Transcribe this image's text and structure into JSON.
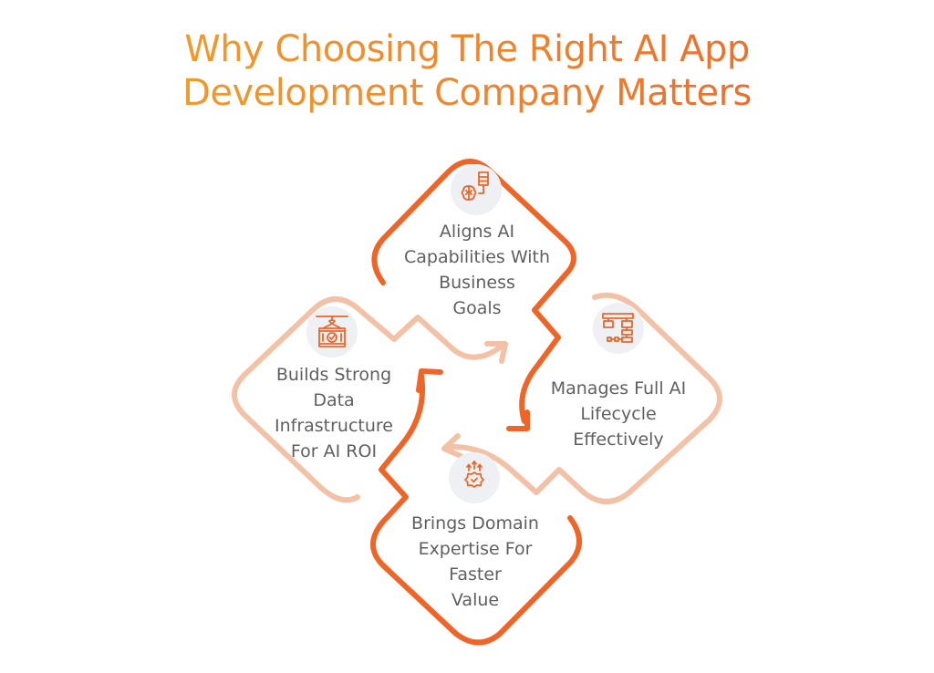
{
  "title": {
    "line1": "Why Choosing The Right AI App",
    "line2": "Development Company Matters"
  },
  "colors": {
    "title_gradient_start": "#F2A52A",
    "title_gradient_end": "#EB5F2B",
    "dark_accent": "#EE6527",
    "light_accent": "#F3C1A5",
    "icon_bg": "#EEF0F3",
    "text": "#5F5F5F"
  },
  "items": [
    {
      "position": "top",
      "icon": "brain-database-icon",
      "lines": [
        "Aligns AI",
        "Capabilities With",
        "Business",
        "Goals"
      ]
    },
    {
      "position": "right",
      "icon": "flowchart-hierarchy-icon",
      "lines": [
        "Manages Full AI",
        "Lifecycle",
        "Effectively"
      ]
    },
    {
      "position": "bottom",
      "icon": "gear-check-growth-icon",
      "lines": [
        "Brings Domain",
        "Expertise For",
        "Faster",
        "Value"
      ]
    },
    {
      "position": "left",
      "icon": "crane-container-check-icon",
      "lines": [
        "Builds Strong",
        "Data",
        "Infrastructure",
        "For AI ROI"
      ]
    }
  ]
}
